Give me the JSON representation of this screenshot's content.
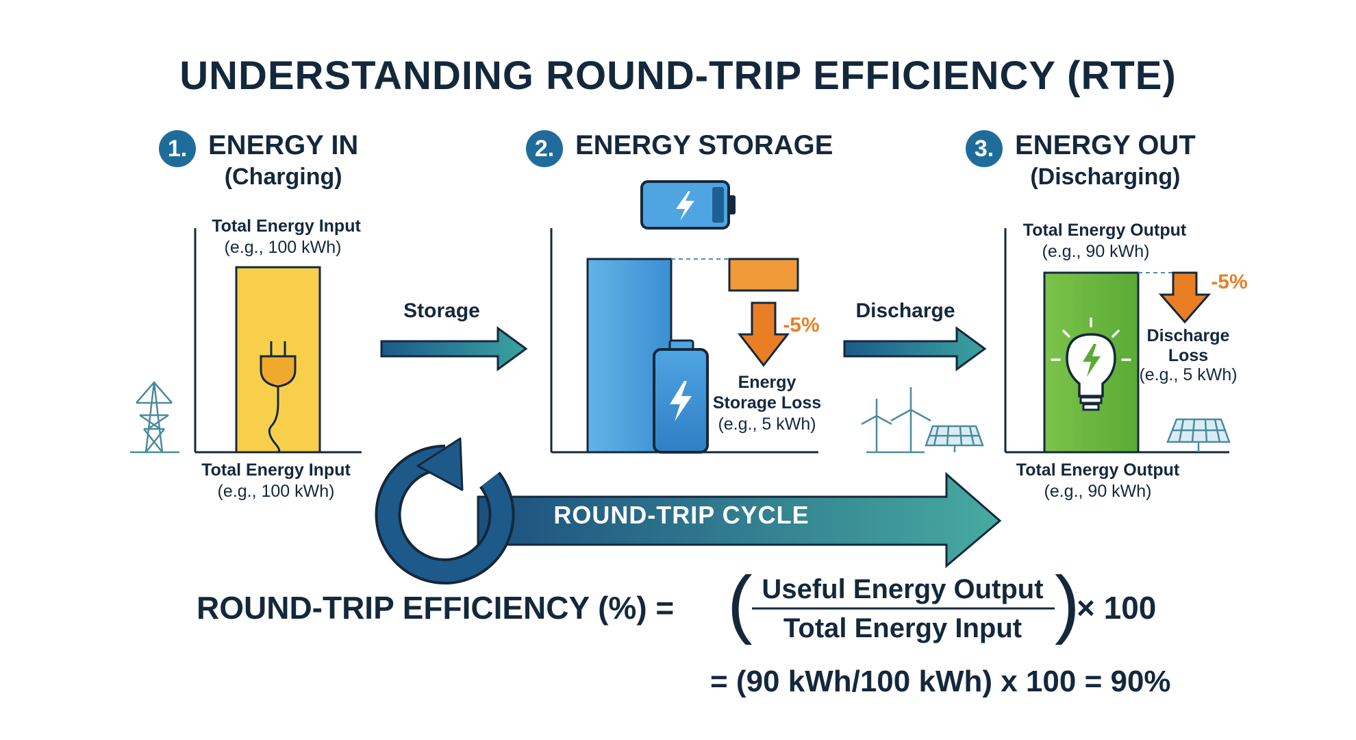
{
  "title": "UNDERSTANDING ROUND-TRIP EFFICIENCY (RTE)",
  "steps": [
    {
      "num": "1.",
      "title": "ENERGY IN",
      "subtitle": "(Charging)"
    },
    {
      "num": "2.",
      "title": "ENERGY STORAGE",
      "subtitle": ""
    },
    {
      "num": "3.",
      "title": "ENERGY OUT",
      "subtitle": "(Discharging)"
    }
  ],
  "input_panel": {
    "top_label": "Total Energy Input",
    "top_value": "(e.g., 100 kWh)",
    "bottom_label": "Total Energy Input",
    "bottom_value": "(e.g., 100 kWh)"
  },
  "arrows": {
    "storage": "Storage",
    "discharge": "Discharge"
  },
  "storage_panel": {
    "loss_percent": "-5%",
    "loss_label_1": "Energy",
    "loss_label_2": "Storage Loss",
    "loss_value": "(e.g., 5 kWh)"
  },
  "output_panel": {
    "top_label": "Total Energy Output",
    "top_value": "(e.g., 90 kWh)",
    "loss_percent": "-5%",
    "loss_label_1": "Discharge",
    "loss_label_2": "Loss",
    "loss_value": "(e.g., 5 kWh)",
    "bottom_label": "Total Energy Output",
    "bottom_value": "(e.g., 90 kWh)"
  },
  "cycle_label": "ROUND-TRIP CYCLE",
  "formula": {
    "lhs": "ROUND-TRIP EFFICIENCY (%) =",
    "numerator": "Useful Energy Output",
    "denominator": "Total Energy Input",
    "multiplier": "× 100",
    "example": "= (90 kWh/100 kWh) x 100 = 90%"
  },
  "colors": {
    "navy": "#14283c",
    "step_badge": "#1f6c9b",
    "input_bar": "#f7cf4a",
    "storage_bar": "#4a9bd8",
    "output_bar": "#6cb83f",
    "loss_orange": "#ea7e25",
    "arrow_teal": "#3a9aa0"
  },
  "icons": [
    "power-plug-icon",
    "transmission-tower-icon",
    "battery-icon",
    "wind-turbine-icon",
    "solar-panel-icon",
    "light-bulb-icon",
    "cycle-arrow-icon"
  ]
}
